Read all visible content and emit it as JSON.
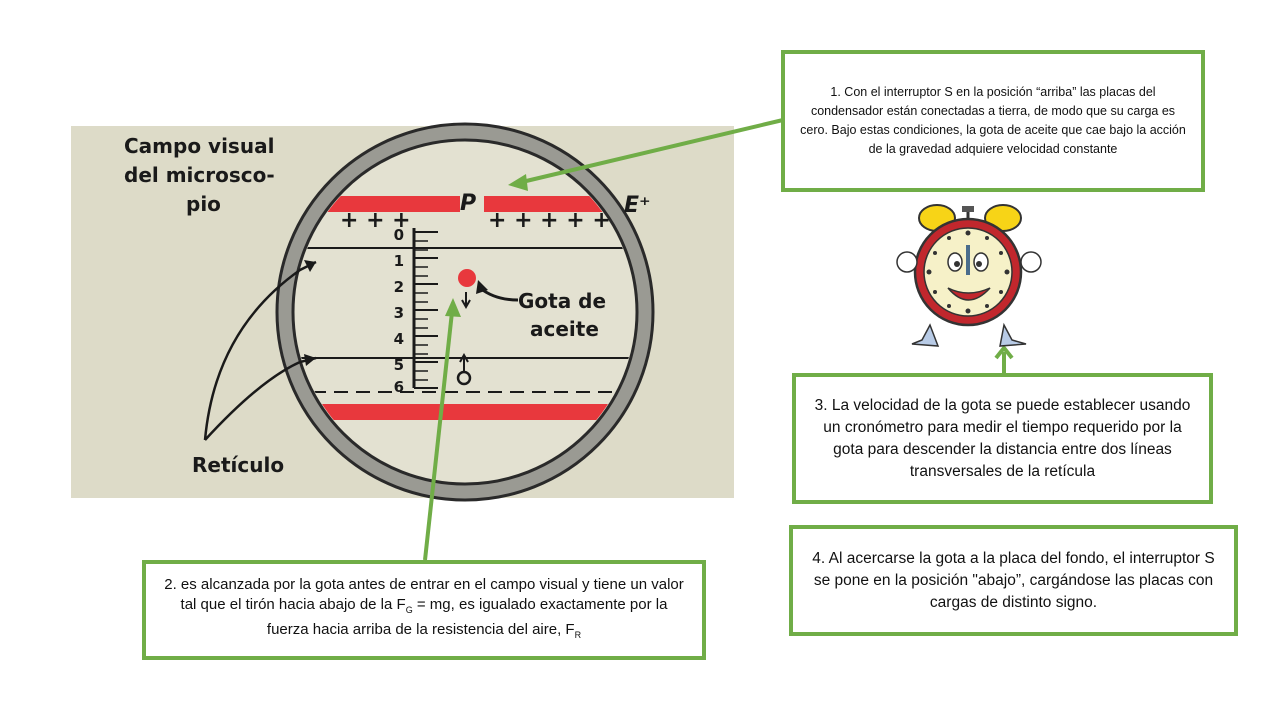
{
  "figure": {
    "title_lines": [
      "Campo visual",
      "del microsco-",
      "pio"
    ],
    "plate_label": "P",
    "field_label": "E⁺",
    "charge_plus": "+ + +",
    "charge_plus_right": "+ + + + +",
    "scale_numbers": [
      "0",
      "1",
      "2",
      "3",
      "4",
      "5",
      "6"
    ],
    "drop_label_lines": [
      "Gota de",
      "aceite"
    ],
    "reticle_label": "Retículo"
  },
  "box1": {
    "text": "1. Con el interruptor S en la posición “arriba” las placas del condensador están conectadas a tierra, de modo que su carga es cero. Bajo estas condiciones, la gota de aceite que cae bajo la acción de la gravedad adquiere velocidad constante"
  },
  "box2": {
    "text_a": "2. es alcanzada por la gota antes de entrar en el campo visual y tiene un valor tal que el tirón hacia abajo de la F",
    "sub_g": "G",
    "text_b": " = mg, es igualado exactamente por la fuerza hacia arriba de la resistencia del aire, F",
    "sub_r": "R"
  },
  "box3": {
    "text": "3. La velocidad de la gota se puede establecer usando un cronómetro para medir el tiempo requerido por la gota para descender la distancia entre dos líneas transversales de la retícula"
  },
  "box4": {
    "text": "4. Al acercarse la gota a la placa del fondo, el interruptor S se pone en la posición \"abajo”, cargándose las placas con cargas de distinto signo."
  },
  "colors": {
    "accent_green": "#70ad47",
    "plate_red": "#e8383d",
    "figure_bg": "#dddbc8"
  }
}
